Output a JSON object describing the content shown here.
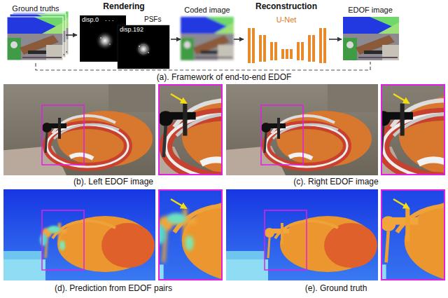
{
  "diagram": {
    "nodes": [
      {
        "text": [
          "Ground truths"
        ]
      },
      {
        "text": [
          "Rendering"
        ]
      },
      {
        "text": [
          "disp.0"
        ],
        "in": 1
      },
      {
        "text": [
          "disp.192"
        ],
        "in": 1
      },
      {
        "text": [
          "Coded image"
        ]
      },
      {
        "text": [
          "Reconstruction",
          "U-Net"
        ]
      },
      {
        "text": [
          "EDOF image"
        ]
      },
      {
        "text": [
          "(b). Left EDOF image"
        ]
      },
      {
        "text": [
          "(c). Right EDOF image"
        ]
      },
      {
        "text": [
          "(d). Prediction from EDOF pairs"
        ]
      },
      {
        "text": [
          "(e). Ground truth"
        ]
      }
    ],
    "edges": [
      {
        "from": 0,
        "to": 1,
        "arrow": "to"
      },
      {
        "from": 1,
        "to": 4,
        "arrow": "to"
      },
      {
        "from": 4,
        "to": 5,
        "arrow": "to"
      },
      {
        "from": 5,
        "to": 6,
        "arrow": "to"
      },
      {
        "from": 0,
        "to": 6,
        "arrow": "none"
      }
    ],
    "labels": [
      ". . .",
      "PSFs",
      "(a). Framework of end-to-end EDOF"
    ]
  }
}
